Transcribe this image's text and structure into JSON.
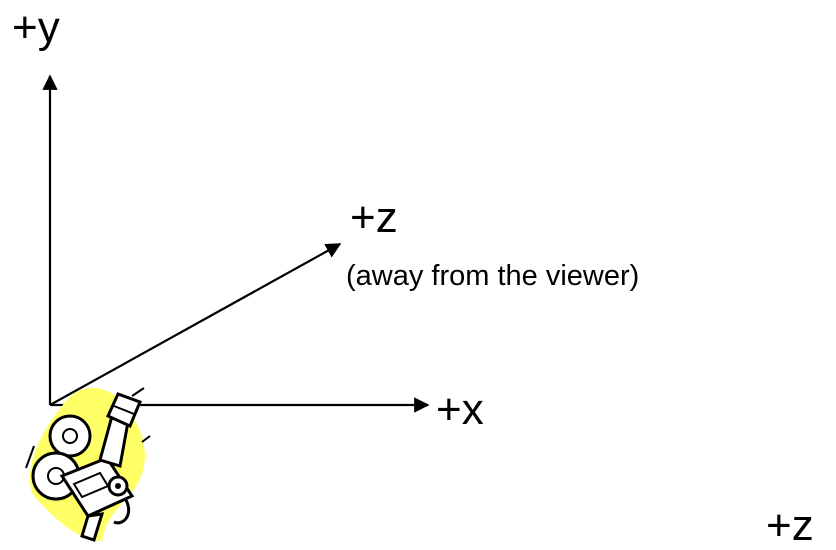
{
  "axes": {
    "y_label": "+y",
    "z_label": "+z",
    "z_note": "(away from the viewer)",
    "x_label": "+x",
    "corner_label": "+z"
  },
  "icons": {
    "camera": "video-camera-icon"
  },
  "colors": {
    "line": "#000000",
    "camera_highlight": "#ffff66"
  }
}
